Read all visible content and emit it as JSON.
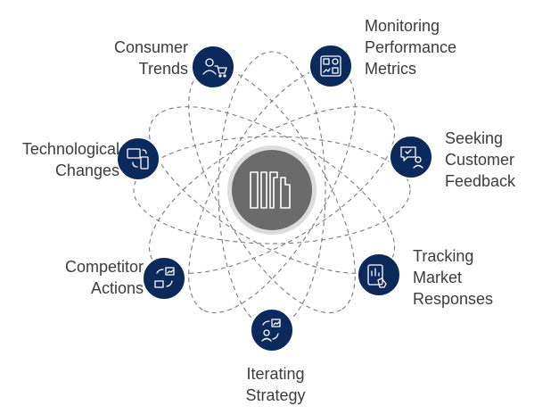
{
  "hub": {
    "icon": "abstract-building-icon"
  },
  "colors": {
    "node": "#0b2a5b",
    "hub": "#6b6b6b",
    "hub_ring": "#dcdcdc",
    "orbit": "#7a7a7a",
    "text": "#3c3c3c"
  },
  "nodes": [
    {
      "key": "consumer",
      "icon": "shopper-cart-icon",
      "lines": [
        "Consumer",
        "Trends"
      ]
    },
    {
      "key": "monitoring",
      "icon": "dashboard-metrics-icon",
      "lines": [
        "Monitoring",
        "Performance",
        "Metrics"
      ]
    },
    {
      "key": "feedback",
      "icon": "feedback-chat-icon",
      "lines": [
        "Seeking",
        "Customer",
        "Feedback"
      ]
    },
    {
      "key": "market",
      "icon": "touch-chart-icon",
      "lines": [
        "Tracking",
        "Market",
        "Responses"
      ]
    },
    {
      "key": "iterating",
      "icon": "iteration-cycle-icon",
      "lines": [
        "Iterating",
        "Strategy"
      ]
    },
    {
      "key": "competitor",
      "icon": "competitor-exchange-icon",
      "lines": [
        "Competitor",
        "Actions"
      ]
    },
    {
      "key": "tech",
      "icon": "device-sync-icon",
      "lines": [
        "Technological",
        "Changes"
      ]
    }
  ]
}
